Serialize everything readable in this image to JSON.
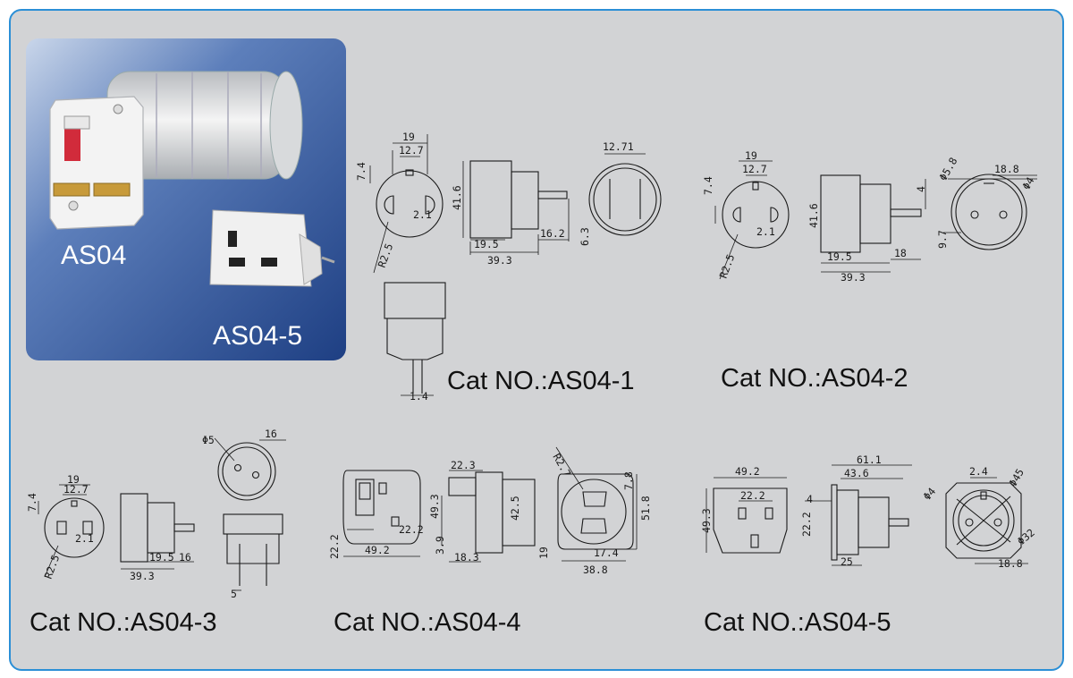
{
  "colors": {
    "frame_border": "#2b8fd6",
    "background": "#d2d3d5",
    "photo_panel": "#2e5597"
  },
  "photo_panel": {
    "icon": "travel-adapter-photo",
    "label_as04": "AS04",
    "label_as04_5": "AS04-5"
  },
  "catalog": {
    "as04_1": {
      "title": "Cat NO.:AS04-1",
      "dims": {
        "d19": "19",
        "d12_7": "12.7",
        "d7_4": "7.4",
        "d2_1": "2.1",
        "r2_5": "R2.5",
        "d41_6": "41.6",
        "d19_5": "19.5",
        "d39_3": "39.3",
        "d16_2": "16.2",
        "d6_3": "6.3",
        "d12_71": "12.71",
        "d1_4": "1.4"
      }
    },
    "as04_2": {
      "title": "Cat NO.:AS04-2",
      "dims": {
        "d19": "19",
        "d12_7": "12.7",
        "d7_4": "7.4",
        "d2_1": "2.1",
        "r2_5": "R2.5",
        "d41_6": "41.6",
        "d19_5": "19.5",
        "d39_3": "39.3",
        "d18": "18",
        "d4": "4",
        "phi5_8": "Φ5.8",
        "d18_8": "18.8",
        "phi4": "Φ4",
        "d9_7": "9.7"
      }
    },
    "as04_3": {
      "title": "Cat NO.:AS04-3",
      "dims": {
        "d19": "19",
        "d12_7": "12.7",
        "d7_4": "7.4",
        "d2_1": "2.1",
        "r2_5": "R2.5",
        "d19_5": "19.5",
        "d16": "16",
        "d39_3": "39.3",
        "phi5": "Φ5",
        "d16_top": "16",
        "d5": "5"
      }
    },
    "as04_4": {
      "title": "Cat NO.:AS04-4",
      "dims": {
        "d22_3": "22.3",
        "d49_3": "49.3",
        "d42_5": "42.5",
        "d22_2": "22.2",
        "d22_2b": "22.2",
        "d49_2": "49.2",
        "d3_9": "3.9",
        "d18_3": "18.3",
        "r2_7": "R2.7",
        "d7_8": "7.8",
        "d51_8": "51.8",
        "d19": "19",
        "d17_4": "17.4",
        "d38_8": "38.8"
      }
    },
    "as04_5": {
      "title": "Cat NO.:AS04-5",
      "dims": {
        "d49_2": "49.2",
        "d22_2": "22.2",
        "d49_3": "49.3",
        "d22_2b": "22.2",
        "d61_1": "61.1",
        "d43_6": "43.6",
        "d4": "4",
        "d25": "25",
        "d2_4": "2.4",
        "phi45": "Φ45",
        "phi4": "Φ4",
        "phi32": "Φ32",
        "d18_8": "18.8"
      }
    }
  }
}
